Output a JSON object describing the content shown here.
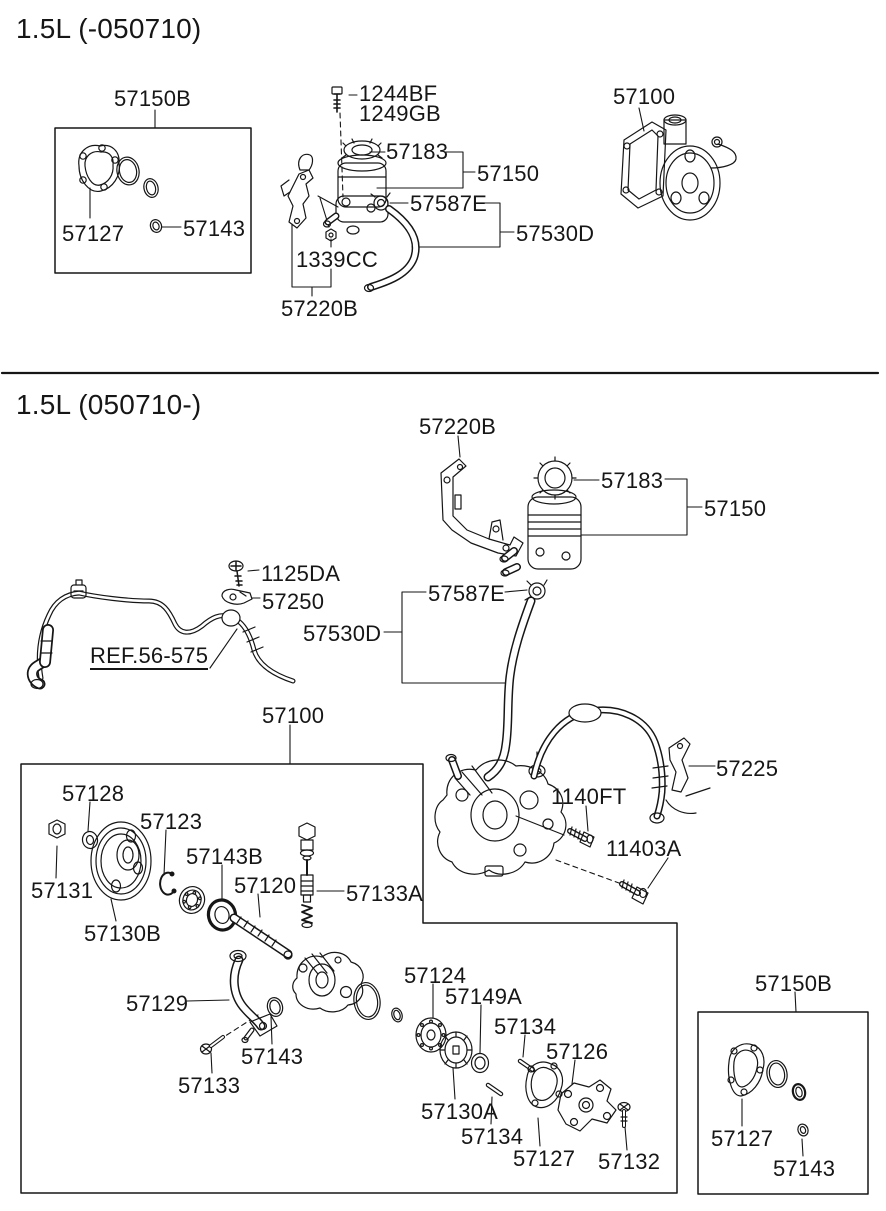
{
  "colors": {
    "background": "#ffffff",
    "line": "#161616"
  },
  "s1": {
    "title": "1.5L (-050710)",
    "labels": [
      "57150B",
      "57127",
      "57143",
      "1244BF",
      "1249GB",
      "57183",
      "57150",
      "57587E",
      "57530D",
      "1339CC",
      "57220B",
      "57100"
    ]
  },
  "s2": {
    "title": "1.5L (050710-)",
    "labels": [
      "57220B",
      "57183",
      "57150",
      "1125DA",
      "57250",
      "57587E",
      "57530D",
      "REF.56-575",
      "57100",
      "57225",
      "1140FT",
      "11403A",
      "57128",
      "57123",
      "57131",
      "57130B",
      "57143B",
      "57120",
      "57133A",
      "57129",
      "57143",
      "57133",
      "57124",
      "57149A",
      "57134",
      "57126",
      "57130A",
      "57134",
      "57127",
      "57132",
      "57150B",
      "57127",
      "57143"
    ]
  }
}
